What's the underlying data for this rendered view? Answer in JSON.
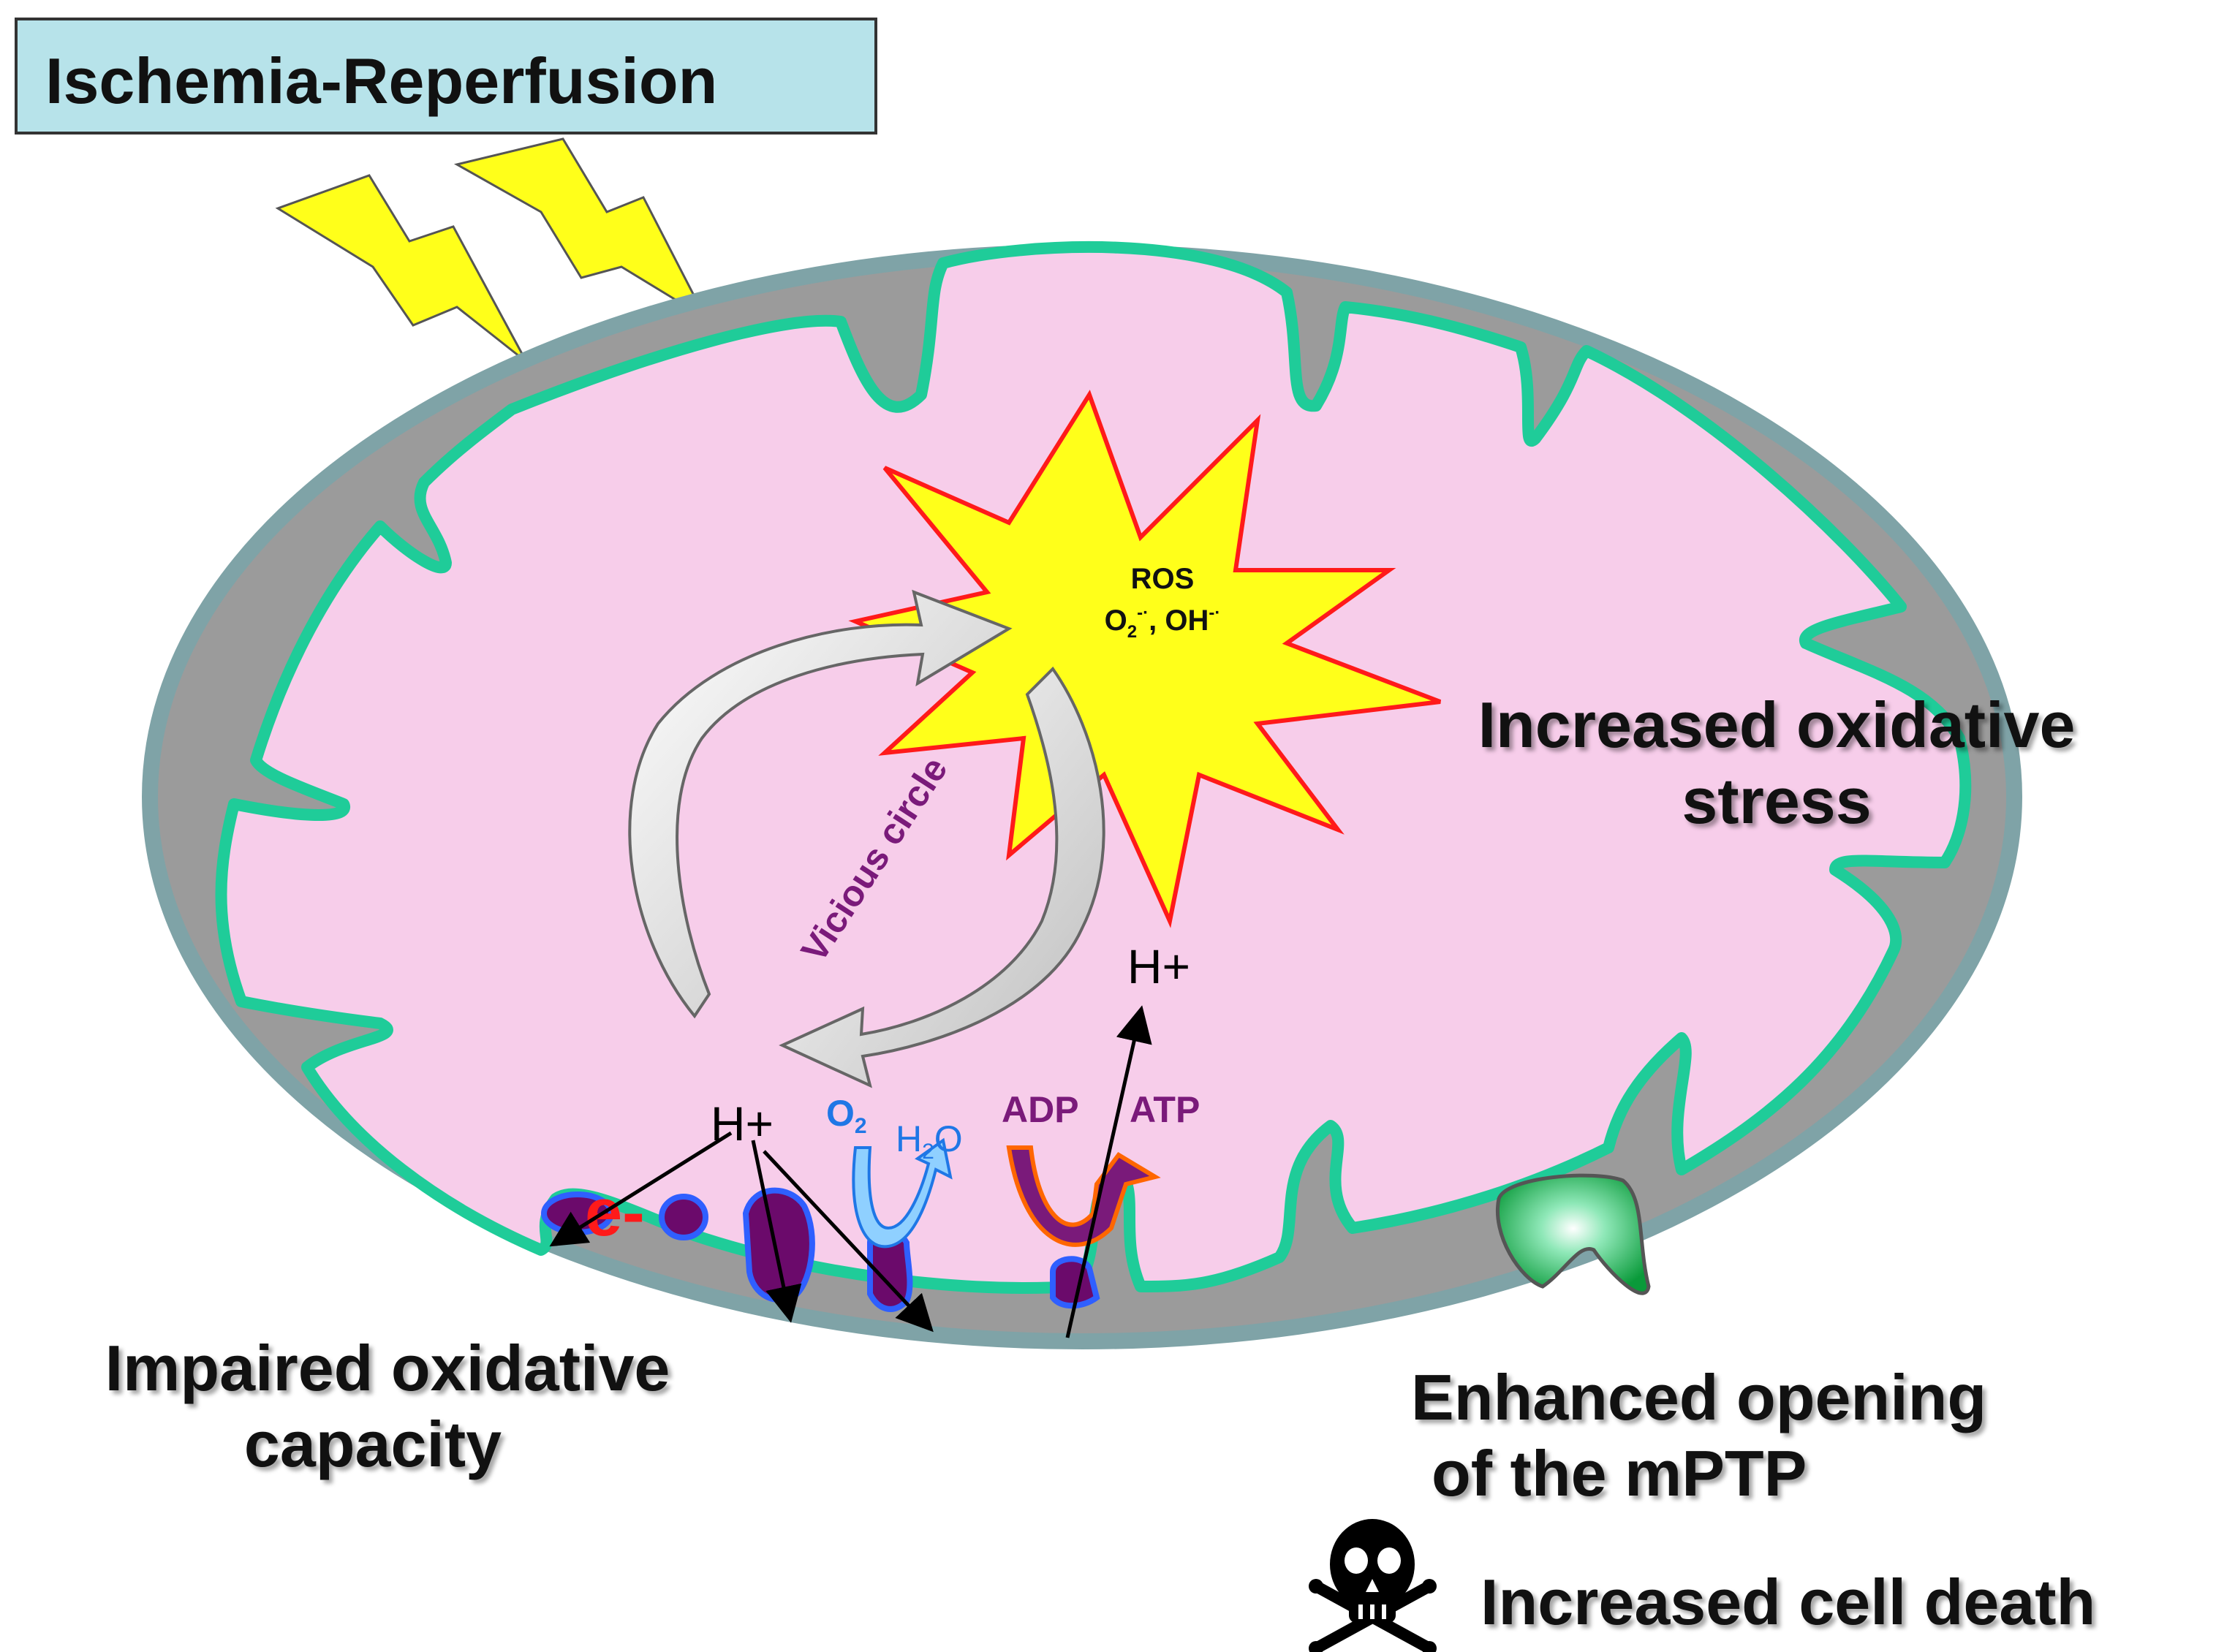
{
  "title": "Ischemia-Reperfusion",
  "ros": {
    "line1": "ROS",
    "o2_main": "O",
    "o2_sub": "2",
    "o2_sup": "-·",
    "oh_main": ", OH",
    "oh_sup": "-·"
  },
  "vicious_circle": "Vicious circle",
  "labels": {
    "increased_oxidative_stress": [
      "Increased oxidative",
      "stress"
    ],
    "impaired_oxidative_capacity": [
      "Impaired oxidative",
      "capacity"
    ],
    "enhanced_opening": [
      "Enhanced opening",
      "of the mPTP"
    ],
    "cell_death": "Increased cell death"
  },
  "chain": {
    "h_plus_left": "H+",
    "h_plus_right": "H+",
    "electron": "e-",
    "o2_main": "O",
    "o2_sub": "2",
    "h2o_h": "H",
    "h2o_sub": "2",
    "h2o_o": "O",
    "adp": "ADP",
    "atp": "ATP"
  },
  "colors": {
    "outer_membrane_fill": "#9b9b9b",
    "outer_membrane_stroke": "#7fa3a7",
    "inner_membrane": "#1fcc99",
    "matrix": "#f7cdea",
    "ros_fill": "#ffff1a",
    "ros_stroke": "#ff1a1a",
    "lightning": "#ffff1a",
    "complex": "#6b0a6b",
    "complex_outline": "#2f5fff",
    "o2_blue": "#1f77e6",
    "adp_purple": "#7a1a7a",
    "title_bg": "#b7e3ea"
  }
}
